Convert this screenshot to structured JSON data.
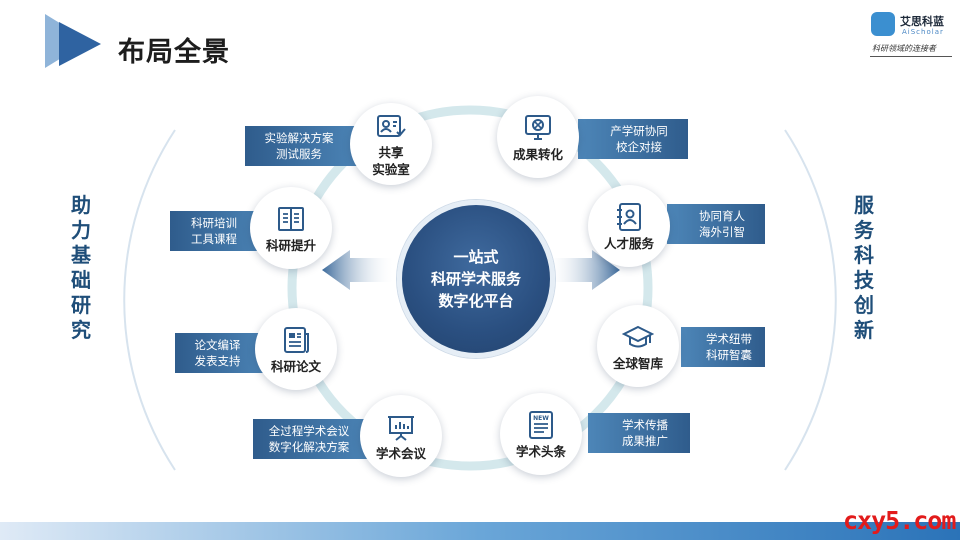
{
  "header": {
    "title": "布局全景"
  },
  "brand": {
    "name": "艾思科蓝",
    "sub": "AiScholar",
    "slogan": "科研领域的连接者"
  },
  "side": {
    "left": [
      "助",
      "力",
      "基",
      "础",
      "研",
      "究"
    ],
    "right": [
      "服",
      "务",
      "科",
      "技",
      "创",
      "新"
    ]
  },
  "center": {
    "lines": [
      "一站式",
      "科研学术服务",
      "数字化平台"
    ]
  },
  "nodes": {
    "lab": {
      "lines": [
        "共享",
        "实验室"
      ],
      "icon": "id-card-check-icon"
    },
    "training": {
      "lines": [
        "科研提升"
      ],
      "icon": "book-icon"
    },
    "paper": {
      "lines": [
        "科研论文"
      ],
      "icon": "document-icon"
    },
    "conference": {
      "lines": [
        "学术会议"
      ],
      "icon": "presentation-board-icon"
    },
    "transfer": {
      "lines": [
        "成果转化"
      ],
      "icon": "monitor-icon"
    },
    "talent": {
      "lines": [
        "人才服务"
      ],
      "icon": "address-book-icon"
    },
    "think_tank": {
      "lines": [
        "全球智库"
      ],
      "icon": "graduation-cap-icon"
    },
    "news": {
      "lines": [
        "学术头条"
      ],
      "icon": "newspaper-icon",
      "badge": "NEW"
    }
  },
  "tags": {
    "lab": [
      "实验解决方案",
      "测试服务"
    ],
    "training": [
      "科研培训",
      "工具课程"
    ],
    "paper": [
      "论文编译",
      "发表支持"
    ],
    "conference": [
      "全过程学术会议",
      "数字化解决方案"
    ],
    "transfer": [
      "产学研协同",
      "校企对接"
    ],
    "talent": [
      "协同育人",
      "海外引智"
    ],
    "think_tank": [
      "学术纽带",
      "科研智囊"
    ],
    "news": [
      "学术传播",
      "成果推广"
    ]
  },
  "watermark": "cxy5.com"
}
